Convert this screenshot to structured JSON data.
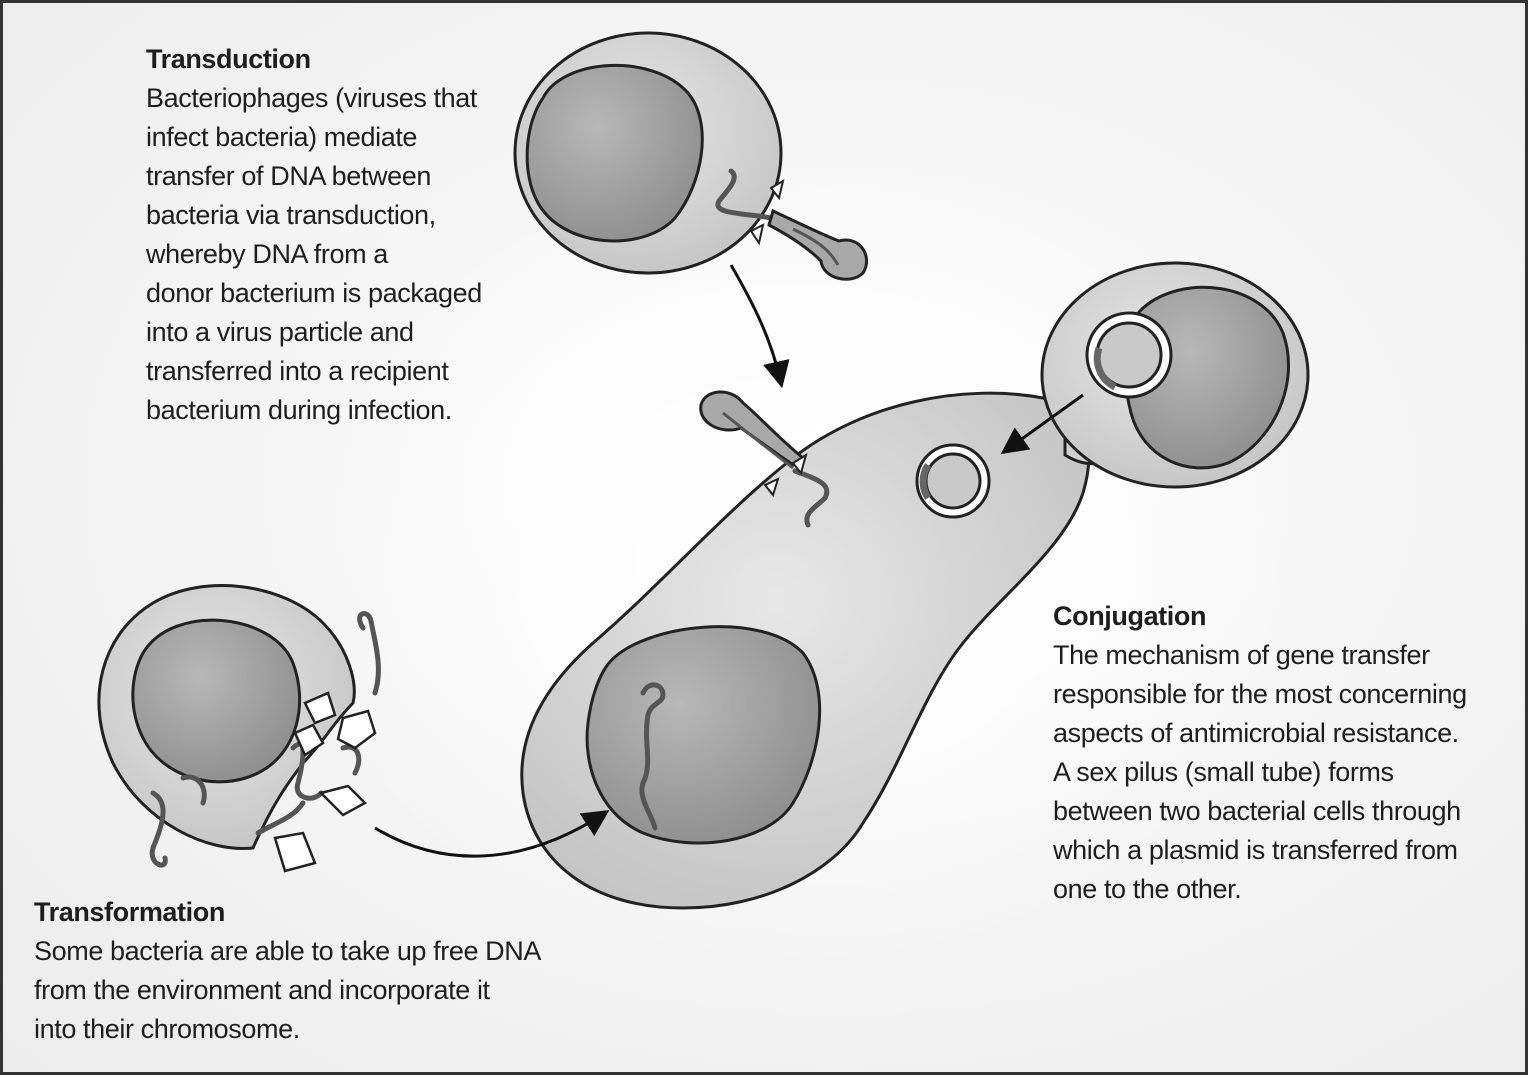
{
  "transduction": {
    "title": "Transduction",
    "body": "Bacteriophages (viruses that\ninfect bacteria) mediate\ntransfer of DNA between\nbacteria via transduction,\nwhereby DNA from a\ndonor bacterium is packaged\ninto a virus particle and\ntransferred into a recipient\nbacterium during infection."
  },
  "conjugation": {
    "title": "Conjugation",
    "body": "The mechanism of gene transfer\nresponsible for the most concerning\naspects of antimicrobial resistance.\nA sex pilus (small tube) forms\nbetween two bacterial cells through\nwhich a plasmid is transferred from\none to the other."
  },
  "transformation": {
    "title": "Transformation",
    "body": "Some bacteria are able to take up free DNA\nfrom the environment and incorporate it\ninto their chromosome."
  },
  "colors": {
    "cell_fill": "#d4d4d4",
    "nucleoid_fill": "#a3a3a3",
    "outline": "#222222",
    "dna": "#555555",
    "frame_border": "#333333"
  }
}
